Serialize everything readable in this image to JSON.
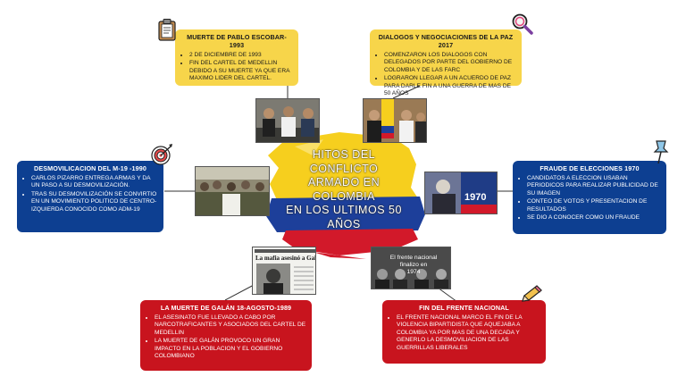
{
  "center": {
    "lines": [
      "HITOS DEL",
      "CONFLICTO",
      "ARMADO EN",
      "COLOMBIA",
      "EN LOS ULTIMOS 50",
      "AÑOS"
    ]
  },
  "colors": {
    "yellow": "#f7d54a",
    "blue": "#0d3f91",
    "red": "#c8141e"
  },
  "cards": {
    "escobar": {
      "title": "MUERTE DE PABLO ESCOBAR- 1993",
      "items": [
        "2 DE DICIEMBRE DE 1993",
        "FIN DEL CARTEL DE MEDELLIN DEBIDO A SU MUERTE YA QUE ERA MAXIMO LIDER DEL CARTEL."
      ]
    },
    "paz": {
      "title": "DIALOGOS Y NEGOCIACIONES DE LA PAZ 2017",
      "items": [
        "COMENZARON LOS DIALOGOS CON DELEGADOS POR PARTE DEL GOBIERNO DE COLOMBIA Y DE LAS FARC",
        "LOGRARON LLEGAR A UN ACUERDO DE PAZ PARA DARLE FIN A UNA GUERRA DE MAS DE 50 AÑOS"
      ]
    },
    "m19": {
      "title": "DESMOVILICACION DEL M-19 -1990",
      "items": [
        "CARLOS PIZARRO ENTREGA ARMAS Y DA UN PASO A SU DESMOVILIZACIÓN.",
        "TRAS SU DESMOVILIZACIÓN SE CONVIRTIO EN UN MOVIMIENTO POLITICO DE CENTRO-IZQUIERDA CONOCIDO COMO ADM-19"
      ]
    },
    "fraude": {
      "title": "FRAUDE DE ELECCIONES 1970",
      "items": [
        "CANDIDATOS A ELECCION USABAN PERIODICOS PARA REALIZAR PUBLICIDAD DE SU IMAGEN",
        "CONTEO DE VOTOS Y PRESENTACION DE RESULTADOS",
        "SE DIO A CONOCER COMO UN FRAUDE"
      ]
    },
    "galan": {
      "title": "LA MUERTE DE GALÁN 18-AGOSTO-1989",
      "items": [
        "EL ASESINATO FUE LLEVADO A CABO POR NARCOTRAFICANTES Y ASOCIADOS DEL CARTEL DE MEDELLIN",
        "LA MUERTE DE GALÁN PROVOCO UN GRAN IMPACTO EN LA POBLACION Y EL GOBIERNO COLOMBIANO"
      ]
    },
    "frente": {
      "title": "FIN DEL FRENTE NACIONAL",
      "items": [
        "EL FRENTE NACIONAL MARCO EL FIN DE LA VIOLENCIA BIPARTIDISTA QUE AQUEJABA A COLOMBIA YA POR MAS DE UNA DECADA Y GENERLO LA DESMOVILIACION DE LAS GUERRILLAS LIBERALES"
      ]
    }
  },
  "photos": {
    "newspaper_headline": "La mafia asesinó a Galán",
    "fraude_year": "1970",
    "frente_caption": [
      "El frente nacional",
      "finalizo en",
      "1974"
    ]
  }
}
